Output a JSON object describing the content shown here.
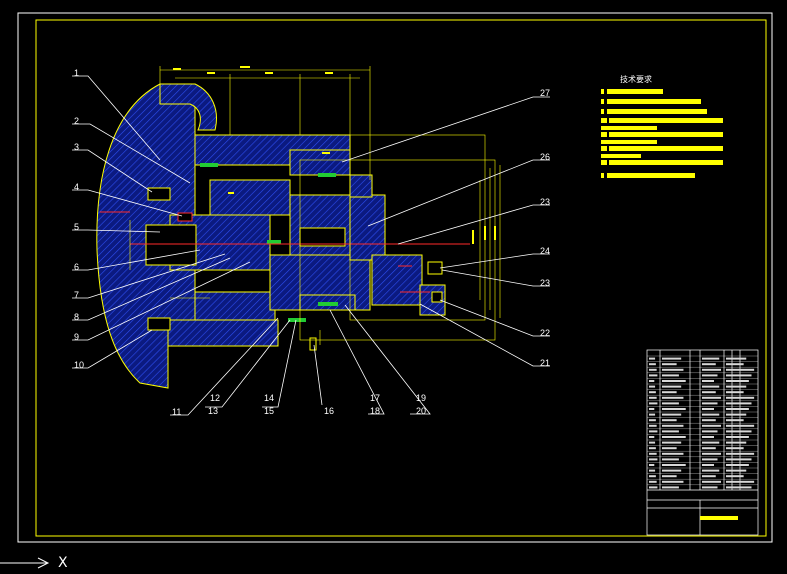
{
  "drawing": {
    "background": "#000000",
    "line_color": "#ffff00",
    "section_color": "#1a3bd6",
    "accent_color": "#ff2a2a",
    "green_color": "#22cc33",
    "leader_color": "#ffffff"
  },
  "tech_requirements_title": "技术要求",
  "ucs_label": "X",
  "part_labels": [
    {
      "id": "1",
      "text": "1"
    },
    {
      "id": "2",
      "text": "2"
    },
    {
      "id": "3",
      "text": "3"
    },
    {
      "id": "4",
      "text": "4"
    },
    {
      "id": "5",
      "text": "5"
    },
    {
      "id": "6",
      "text": "6"
    },
    {
      "id": "7",
      "text": "7"
    },
    {
      "id": "8",
      "text": "8"
    },
    {
      "id": "9",
      "text": "9"
    },
    {
      "id": "10",
      "text": "10"
    },
    {
      "id": "11",
      "text": "11"
    },
    {
      "id": "12",
      "text": "12"
    },
    {
      "id": "13",
      "text": "13"
    },
    {
      "id": "14",
      "text": "14"
    },
    {
      "id": "15",
      "text": "15"
    },
    {
      "id": "16",
      "text": "16"
    },
    {
      "id": "17",
      "text": "17"
    },
    {
      "id": "18",
      "text": "18"
    },
    {
      "id": "19",
      "text": "19"
    },
    {
      "id": "20",
      "text": "20"
    },
    {
      "id": "21",
      "text": "21"
    },
    {
      "id": "22",
      "text": "22"
    },
    {
      "id": "23a",
      "text": "23"
    },
    {
      "id": "23b",
      "text": "23"
    },
    {
      "id": "24",
      "text": "24"
    },
    {
      "id": "26",
      "text": "26"
    },
    {
      "id": "27",
      "text": "27"
    }
  ]
}
